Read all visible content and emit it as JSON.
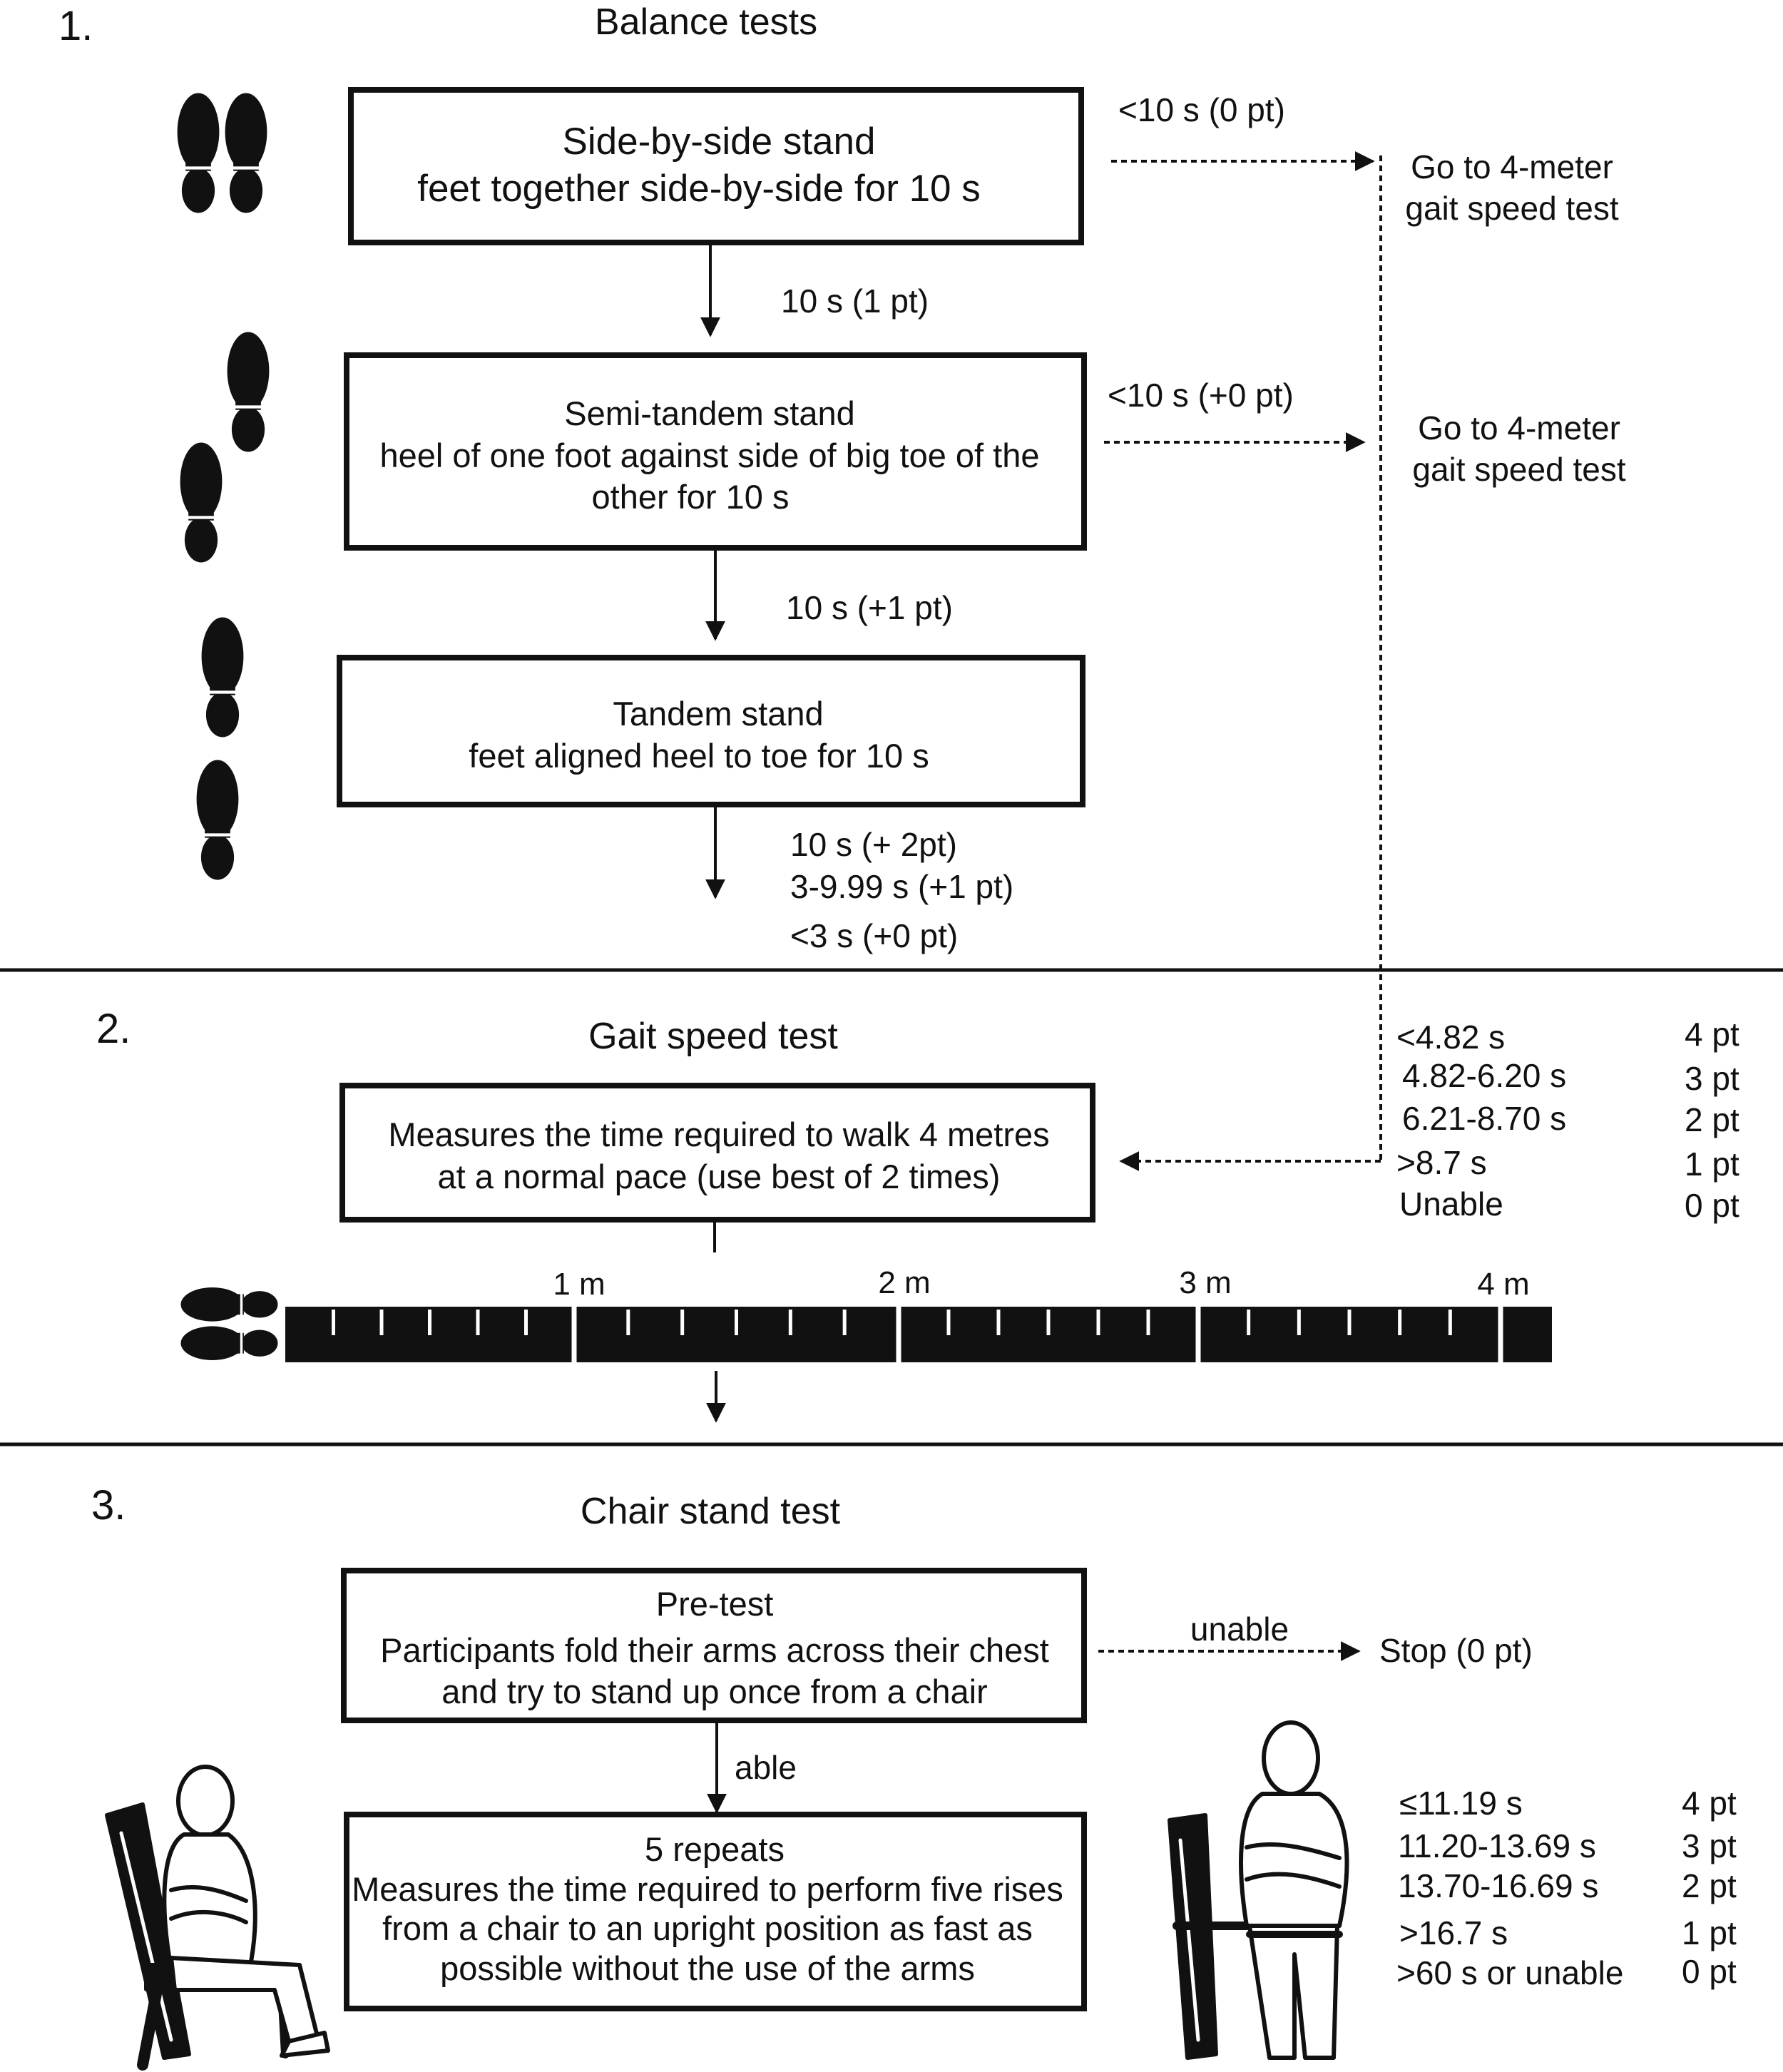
{
  "colors": {
    "ink": "#111111",
    "background": "#ffffff"
  },
  "section1": {
    "number": "1.",
    "title": "Balance tests",
    "box1": {
      "line1": "Side-by-side stand",
      "line2": "feet  together side-by-side for 10 s"
    },
    "box1_fail": "<10 s (0 pt)",
    "goto1": {
      "line1": "Go to 4-meter",
      "line2": "gait speed test"
    },
    "arrow1_label": "10 s (1 pt)",
    "box2": {
      "line1": "Semi-tandem stand",
      "line2": "heel of one foot against side of big toe of the",
      "line3": "other for 10 s"
    },
    "box2_fail": "<10 s (+0 pt)",
    "goto2": {
      "line1": "Go to 4-meter",
      "line2": "gait speed test"
    },
    "arrow2_label": "10 s (+1 pt)",
    "box3": {
      "line1": "Tandem stand",
      "line2": "feet aligned heel to toe for 10 s"
    },
    "box3_scores": [
      "10 s (+ 2pt)",
      "3-9.99 s (+1 pt)",
      "<3 s (+0 pt)"
    ]
  },
  "section2": {
    "number": "2.",
    "title": "Gait speed test",
    "box": {
      "line1": "Measures the time required to walk 4 metres",
      "line2": "at a normal pace (use best of 2 times)"
    },
    "scores": [
      {
        "range": "<4.82 s",
        "points": "4 pt"
      },
      {
        "range": "4.82-6.20 s",
        "points": "3 pt"
      },
      {
        "range": "6.21-8.70 s",
        "points": "2 pt"
      },
      {
        "range": ">8.7 s",
        "points": "1 pt"
      },
      {
        "range": "Unable",
        "points": "0 pt"
      }
    ],
    "meters": [
      "1 m",
      "2 m",
      "3 m",
      "4 m"
    ]
  },
  "section3": {
    "number": "3.",
    "title": "Chair stand test",
    "pretest": {
      "line1": "Pre-test",
      "line2": "Participants fold their arms across their chest",
      "line3": "and try to stand up once from a chair"
    },
    "unable_label": "unable",
    "stop_label": "Stop (0 pt)",
    "able_label": "able",
    "repeats": {
      "line1": "5 repeats",
      "line2": "Measures the time required to perform five rises",
      "line3": "from a chair to an upright position as fast as",
      "line4": "possible without the use of the arms"
    },
    "scores": [
      {
        "range": "≤11.19 s",
        "points": "4 pt"
      },
      {
        "range": "11.20-13.69 s",
        "points": "3 pt"
      },
      {
        "range": "13.70-16.69 s",
        "points": "2 pt"
      },
      {
        "range": ">16.7 s",
        "points": "1 pt"
      },
      {
        "range": ">60 s or unable",
        "points": "0 pt"
      }
    ]
  }
}
